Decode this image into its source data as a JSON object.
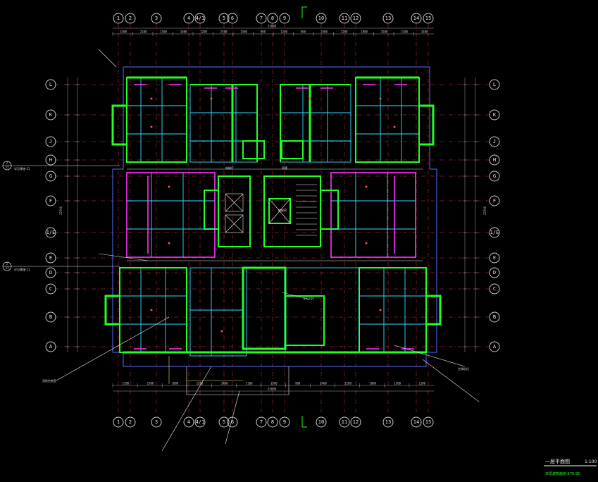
{
  "drawing": {
    "title": "一层平面图",
    "scale": "1:100",
    "area_note": "本层建筑面积:676.96"
  },
  "axes": {
    "columns": [
      "1",
      "2",
      "3",
      "4",
      "4/1",
      "5",
      "6",
      "7",
      "8",
      "9",
      "10",
      "11",
      "12",
      "13",
      "14",
      "15"
    ],
    "rows": [
      "L",
      "K",
      "J",
      "H",
      "G",
      "F",
      "1/E",
      "E",
      "D",
      "C",
      "B",
      "A"
    ],
    "row_labels_left": [
      "L",
      "K",
      "J",
      "H",
      "G",
      "F",
      "1/E",
      "E",
      "D",
      "C",
      "B",
      "A"
    ],
    "row_labels_right": [
      "L",
      "K",
      "J",
      "H",
      "G",
      "F",
      "1/E",
      "E",
      "D",
      "C",
      "B",
      "A"
    ]
  },
  "dimensions": {
    "top_overall": "33600",
    "top_segments": [
      "3300",
      "2100",
      "1500",
      "1800",
      "1200",
      "2400",
      "1500",
      "900",
      "1200",
      "900",
      "2400",
      "1200",
      "1800",
      "1500",
      "2100",
      "3300"
    ],
    "bottom_overall": "33600",
    "bottom_segments": [
      "2100",
      "1500",
      "1800",
      "1200",
      "2400",
      "2100",
      "1500",
      "900",
      "2400",
      "1200",
      "1800",
      "1500",
      "2100"
    ],
    "left_overall": "23700",
    "right_overall": "23700"
  },
  "section_marks": [
    {
      "label": "2",
      "sub": "11",
      "note": "详见建施-11"
    },
    {
      "label": "2",
      "sub": "11",
      "note": "详见建施-11"
    }
  ],
  "annotations": [
    "消防控制室",
    "空调机位",
    "详见大样",
    "雨篷",
    "楼梯间",
    "电梯厅"
  ],
  "colors": {
    "wall": "#22ff22",
    "window": "#ff33ff",
    "fixture": "#33ddff",
    "outline": "#5a6cff",
    "axis": "#d23b3b",
    "text": "#e6e6e6"
  }
}
